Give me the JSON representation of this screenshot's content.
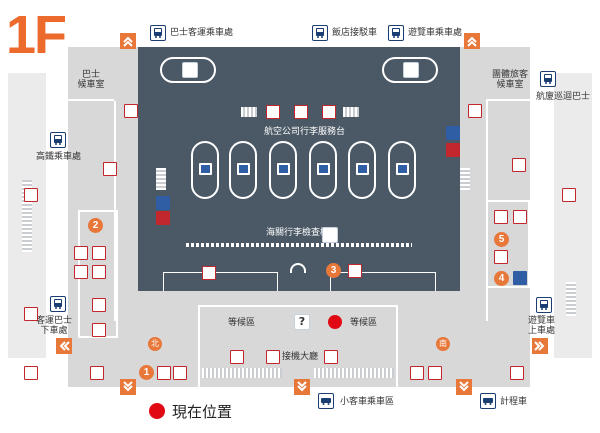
{
  "floor": "1F",
  "labels": {
    "bus_terminal": "巴士客運乘車處",
    "hotel_shuttle": "飯店接駁車",
    "tour_bus": "遊覽車乘車處",
    "bus_waiting_room": "巴士\n候車室",
    "group_waiting_room": "團體旅客\n候車室",
    "airport_shuttle": "航廈巡迴巴士",
    "hsr_bus": "高鐵乘車處",
    "airline_baggage": "航空公司行李服務台",
    "customs": "海關行李檢查櫃檯",
    "passenger_bus": "客運巴士\n下車處",
    "waiting_area_left": "等候區",
    "waiting_area_right": "等候區",
    "arrival_hall": "接機大廳",
    "tour_bus_dropoff": "遊覽車\n上車處",
    "minibus": "小客車乘車區",
    "taxi": "計程車",
    "north": "北",
    "south": "南",
    "current_location": "現在位置"
  },
  "numbers": [
    "1",
    "2",
    "3",
    "4",
    "5"
  ],
  "icons": {
    "bus": "bus-icon",
    "info": "question-mark-icon",
    "restroom": "restroom-icon",
    "elevator": "elevator-icon",
    "luggage": "luggage-carousel-icon",
    "first_aid": "first-aid-icon",
    "current_location": "red-dot-icon"
  },
  "colors": {
    "accent": "#e8773a",
    "red": "#c1272d",
    "floor_gray": "#d8d8d8",
    "baggage_hall": "#4b5966",
    "navy": "#1a3e72"
  }
}
